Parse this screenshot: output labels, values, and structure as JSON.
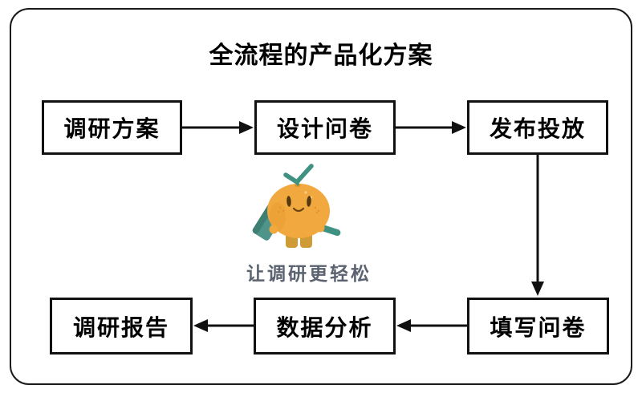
{
  "canvas": {
    "title": "全流程的产品化方案",
    "background": "#ffffff",
    "frame_border_color": "#1a1a1a",
    "line_color": "#111111"
  },
  "flow": {
    "top_row": [
      {
        "label": "调研方案"
      },
      {
        "label": "设计问卷"
      },
      {
        "label": "发布投放"
      }
    ],
    "bottom_row": [
      {
        "label": "调研报告"
      },
      {
        "label": "数据分析"
      },
      {
        "label": "填写问卷"
      }
    ],
    "arrows": [
      {
        "from": "调研方案",
        "to": "设计问卷",
        "direction": "right"
      },
      {
        "from": "设计问卷",
        "to": "发布投放",
        "direction": "right"
      },
      {
        "from": "发布投放",
        "to": "填写问卷",
        "direction": "down"
      },
      {
        "from": "填写问卷",
        "to": "数据分析",
        "direction": "left"
      },
      {
        "from": "数据分析",
        "to": "调研报告",
        "direction": "left"
      }
    ]
  },
  "mascot": {
    "name": "orange-mascot",
    "caption": "让调研更轻松",
    "caption_color": "#5B6270",
    "body_color": "#F1A83E",
    "leaf_color": "#3F9181",
    "clipboard_color": "#4E948A",
    "boot_color": "#CF9B36"
  }
}
